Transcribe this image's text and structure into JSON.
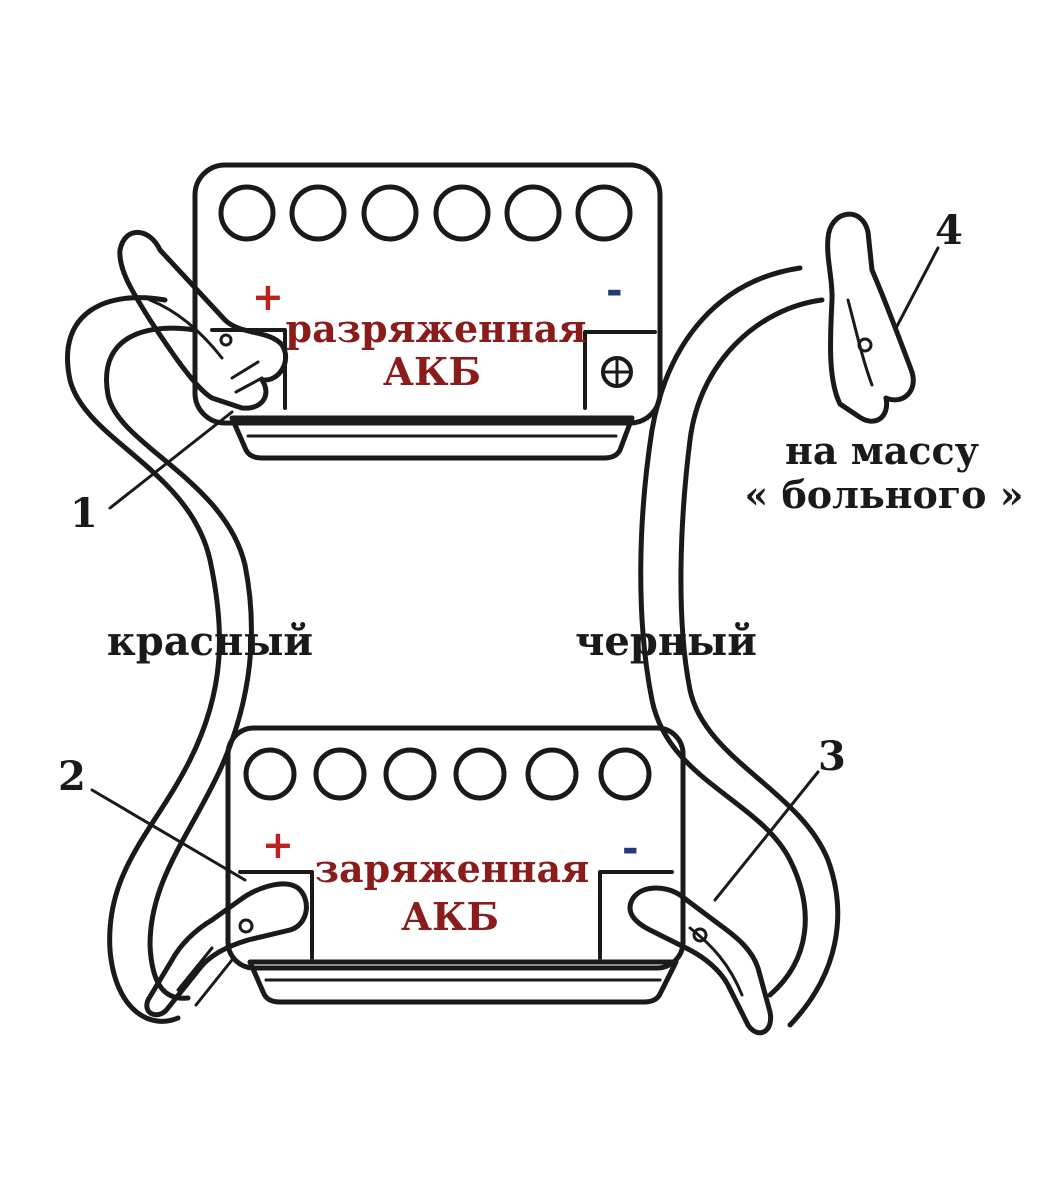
{
  "colors": {
    "ink": "#1a1a1a",
    "battery_label": "#8a1c1c",
    "plus_sign": "#c0201d",
    "minus_sign": "#223a7a",
    "background": "#ffffff"
  },
  "top_battery": {
    "label_line1": "разряженная",
    "label_line2": "АКБ",
    "plus": "+",
    "minus": "-"
  },
  "bottom_battery": {
    "label_line1": "заряженная",
    "label_line2": "АКБ",
    "plus": "+",
    "minus": "-"
  },
  "cables": {
    "red_label": "красный",
    "black_label": "черный"
  },
  "callouts": {
    "n1": "1",
    "n2": "2",
    "n3": "3",
    "n4": "4"
  },
  "ground_note": {
    "line1": "на массу",
    "line2": "« больного »"
  }
}
